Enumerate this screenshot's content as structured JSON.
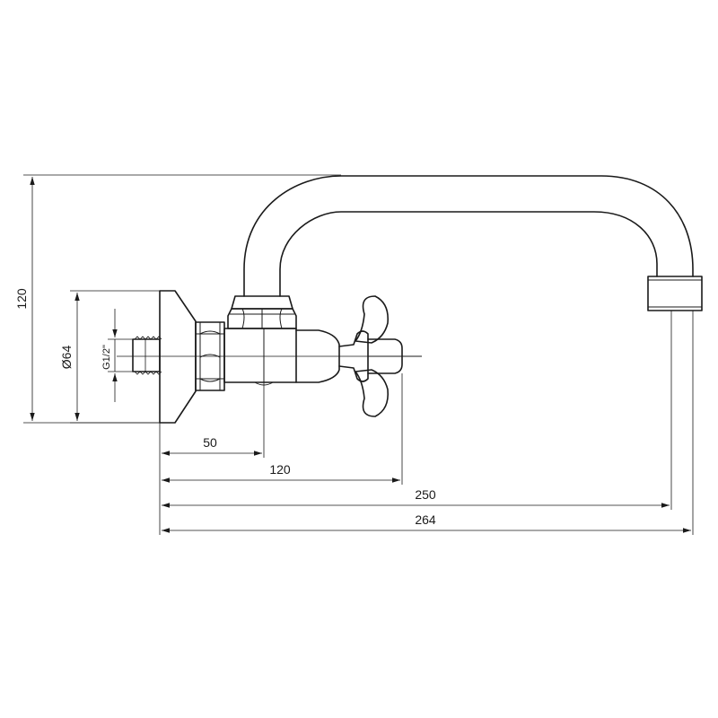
{
  "dimensions": {
    "height_total": "120",
    "flange_diameter": "Ø64",
    "thread": "G1/2\"",
    "to_valve_axis": "50",
    "to_handle_axis": "120",
    "to_outlet_axis": "250",
    "overall_length": "264"
  }
}
